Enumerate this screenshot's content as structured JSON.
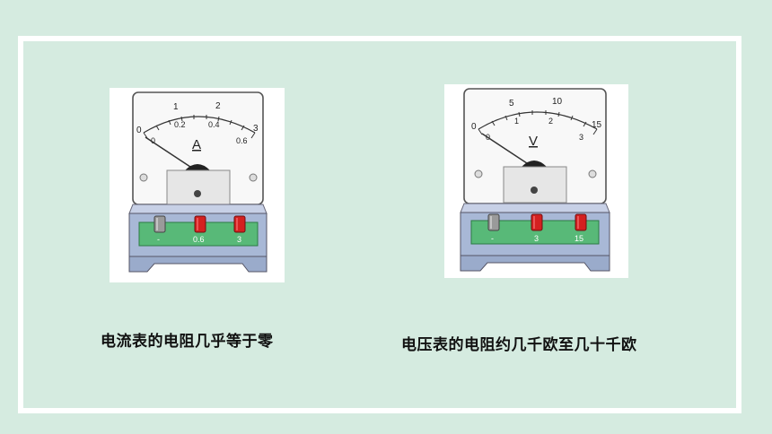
{
  "colors": {
    "background": "#d5ebe0",
    "frame": "#ffffff",
    "terminal_red": "#d42020",
    "terminal_black": "#9a9a9a",
    "base_green": "#58b978",
    "base_body": "#a8b8d6"
  },
  "ammeter": {
    "symbol": "A",
    "scale_upper": [
      "0",
      "1",
      "2",
      "3"
    ],
    "scale_lower": [
      "0",
      "0.2",
      "0.4",
      "0.6"
    ],
    "terminals": [
      "-",
      "0.6",
      "3"
    ],
    "caption": "电流表的电阻几乎等于零"
  },
  "voltmeter": {
    "symbol": "V",
    "scale_upper": [
      "0",
      "5",
      "10",
      "15"
    ],
    "scale_lower": [
      "0",
      "1",
      "2",
      "3"
    ],
    "terminals": [
      "-",
      "3",
      "15"
    ],
    "caption": "电压表的电阻约几千欧至几十千欧"
  }
}
